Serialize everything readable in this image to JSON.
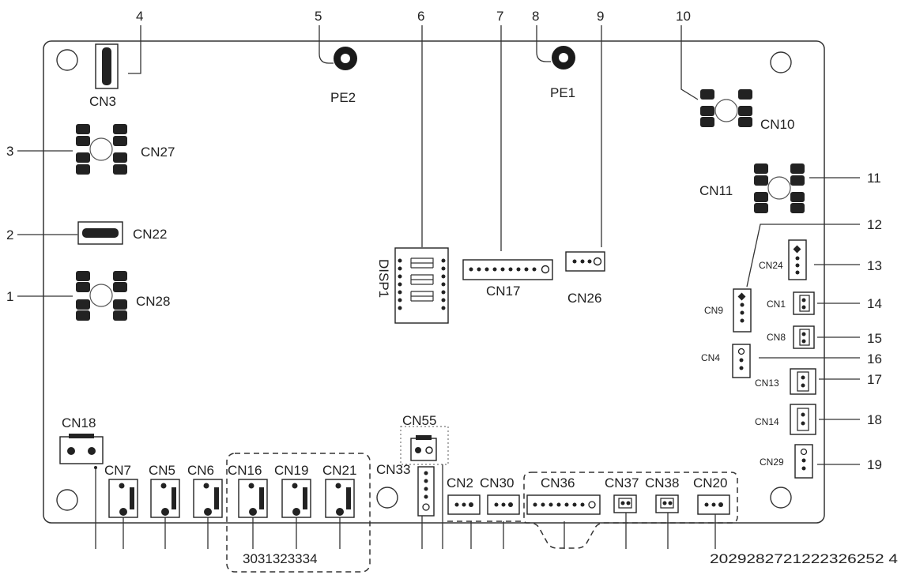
{
  "connectors": {
    "CN3": "CN3",
    "PE2": "PE2",
    "PE1": "PE1",
    "CN10": "CN10",
    "CN27": "CN27",
    "CN11": "CN11",
    "CN22": "CN22",
    "DISP1": "DISP1",
    "CN17": "CN17",
    "CN26": "CN26",
    "CN24": "CN24",
    "CN28": "CN28",
    "CN9": "CN9",
    "CN1": "CN1",
    "CN8": "CN8",
    "CN4": "CN4",
    "CN13": "CN13",
    "CN14": "CN14",
    "CN29": "CN29",
    "CN18": "CN18",
    "CN55": "CN55",
    "CN7": "CN7",
    "CN5": "CN5",
    "CN6": "CN6",
    "CN16": "CN16",
    "CN19": "CN19",
    "CN21": "CN21",
    "CN33": "CN33",
    "CN2": "CN2",
    "CN30": "CN30",
    "CN36": "CN36",
    "CN37": "CN37",
    "CN38": "CN38",
    "CN20": "CN20"
  },
  "callouts": {
    "n1": "1",
    "n2": "2",
    "n3": "3",
    "n4": "4",
    "n5": "5",
    "n6": "6",
    "n7": "7",
    "n8": "8",
    "n9": "9",
    "n10": "10",
    "n11": "11",
    "n12": "12",
    "n13": "13",
    "n14": "14",
    "n15": "15",
    "n16": "16",
    "n17": "17",
    "n18": "18",
    "n19": "19"
  },
  "bottom_groups": {
    "left": "3031323334",
    "right": "2029282721222326252 4"
  }
}
